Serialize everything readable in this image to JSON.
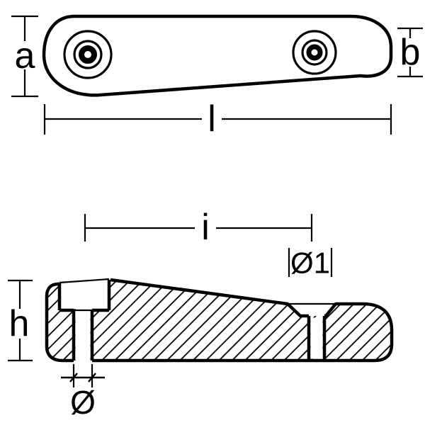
{
  "top_view": {
    "height_left": "a",
    "height_right": "b",
    "length": "l"
  },
  "section_view": {
    "span": "i",
    "counterbore_diameter": "Ø1",
    "height": "h",
    "hole_diameter": "Ø"
  },
  "colors": {
    "line": "#000000",
    "background": "#ffffff"
  }
}
